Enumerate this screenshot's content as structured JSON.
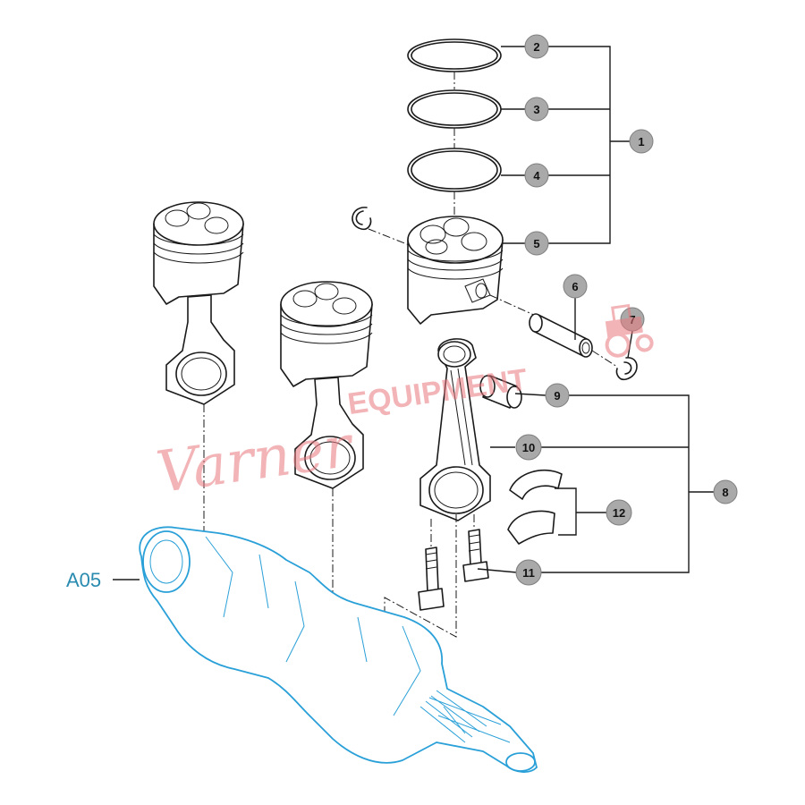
{
  "assembly_label": "A05",
  "callouts": [
    {
      "id": "c1",
      "label": "1"
    },
    {
      "id": "c2",
      "label": "2"
    },
    {
      "id": "c3",
      "label": "3"
    },
    {
      "id": "c4",
      "label": "4"
    },
    {
      "id": "c5",
      "label": "5"
    },
    {
      "id": "c6",
      "label": "6"
    },
    {
      "id": "c7",
      "label": "7"
    },
    {
      "id": "c8",
      "label": "8"
    },
    {
      "id": "c9",
      "label": "9"
    },
    {
      "id": "c10",
      "label": "10"
    },
    {
      "id": "c11",
      "label": "11"
    },
    {
      "id": "c12",
      "label": "12"
    }
  ],
  "watermark": {
    "script_text": "Varner",
    "block_text": "EQUIPMENT"
  },
  "colors": {
    "callout_fill": "#a9a9a9",
    "crankshaft_outline": "#2aa0d8",
    "assembly_label": "#2a8bb0",
    "watermark": "#e8787e"
  }
}
